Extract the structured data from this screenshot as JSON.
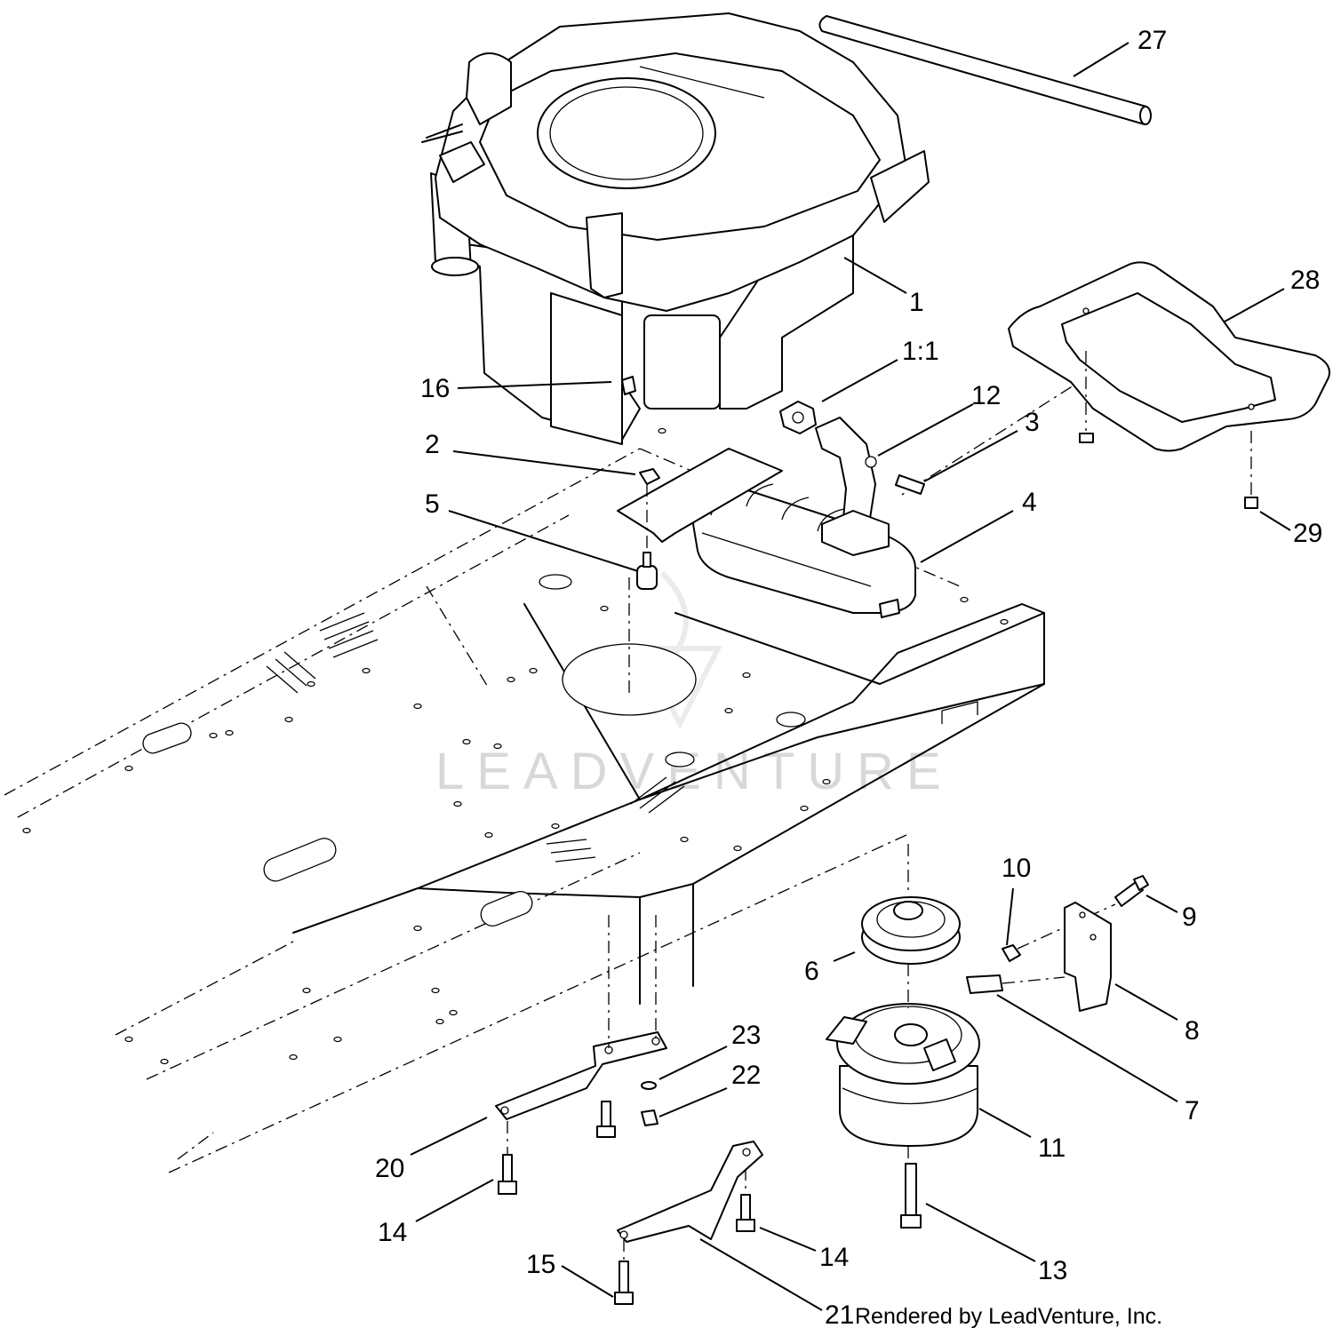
{
  "watermark": "LEADVENTURE",
  "credit": "Rendered by LeadVenture, Inc.",
  "callouts": [
    {
      "id": "27",
      "label": "27"
    },
    {
      "id": "1",
      "label": "1"
    },
    {
      "id": "28",
      "label": "28"
    },
    {
      "id": "1:1",
      "label": "1:1"
    },
    {
      "id": "16",
      "label": "16"
    },
    {
      "id": "12",
      "label": "12"
    },
    {
      "id": "3",
      "label": "3"
    },
    {
      "id": "2",
      "label": "2"
    },
    {
      "id": "5",
      "label": "5"
    },
    {
      "id": "4",
      "label": "4"
    },
    {
      "id": "29",
      "label": "29"
    },
    {
      "id": "10",
      "label": "10"
    },
    {
      "id": "9",
      "label": "9"
    },
    {
      "id": "6",
      "label": "6"
    },
    {
      "id": "8",
      "label": "8"
    },
    {
      "id": "7",
      "label": "7"
    },
    {
      "id": "23",
      "label": "23"
    },
    {
      "id": "22",
      "label": "22"
    },
    {
      "id": "20",
      "label": "20"
    },
    {
      "id": "11",
      "label": "11"
    },
    {
      "id": "14a",
      "label": "14"
    },
    {
      "id": "14b",
      "label": "14"
    },
    {
      "id": "15",
      "label": "15"
    },
    {
      "id": "13",
      "label": "13"
    },
    {
      "id": "21",
      "label": "21"
    }
  ]
}
